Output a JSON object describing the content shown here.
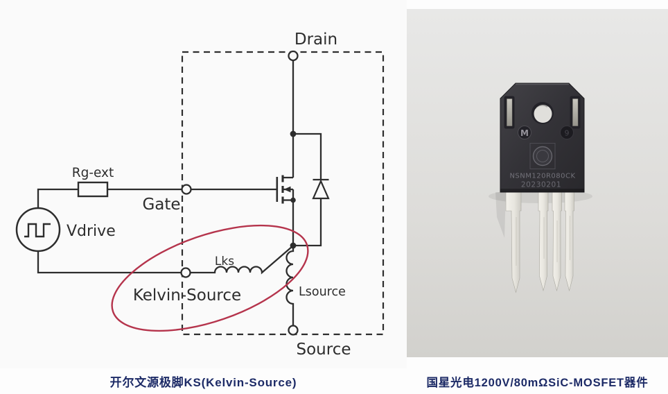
{
  "figure": {
    "left": {
      "caption": "开尔文源极脚KS(Kelvin-Source)",
      "labels": {
        "drain": "Drain",
        "gate": "Gate",
        "source": "Source",
        "kelvin_source": "Kelvin-Source",
        "vdrive": "Vdrive",
        "rg_ext": "Rg-ext",
        "lks": "Lks",
        "lsource": "Lsource"
      },
      "colors": {
        "line": "#2d2d2d",
        "highlight_ellipse": "#b5344c"
      }
    },
    "right": {
      "caption": "国星光电1200V/80mΩSiC-MOSFET器件",
      "device": {
        "marking_letter": "M",
        "marking_digit": "9",
        "part_number": "NSNM120R080CK",
        "date_code": "20230201"
      }
    },
    "caption_color": "#1c2a66"
  }
}
